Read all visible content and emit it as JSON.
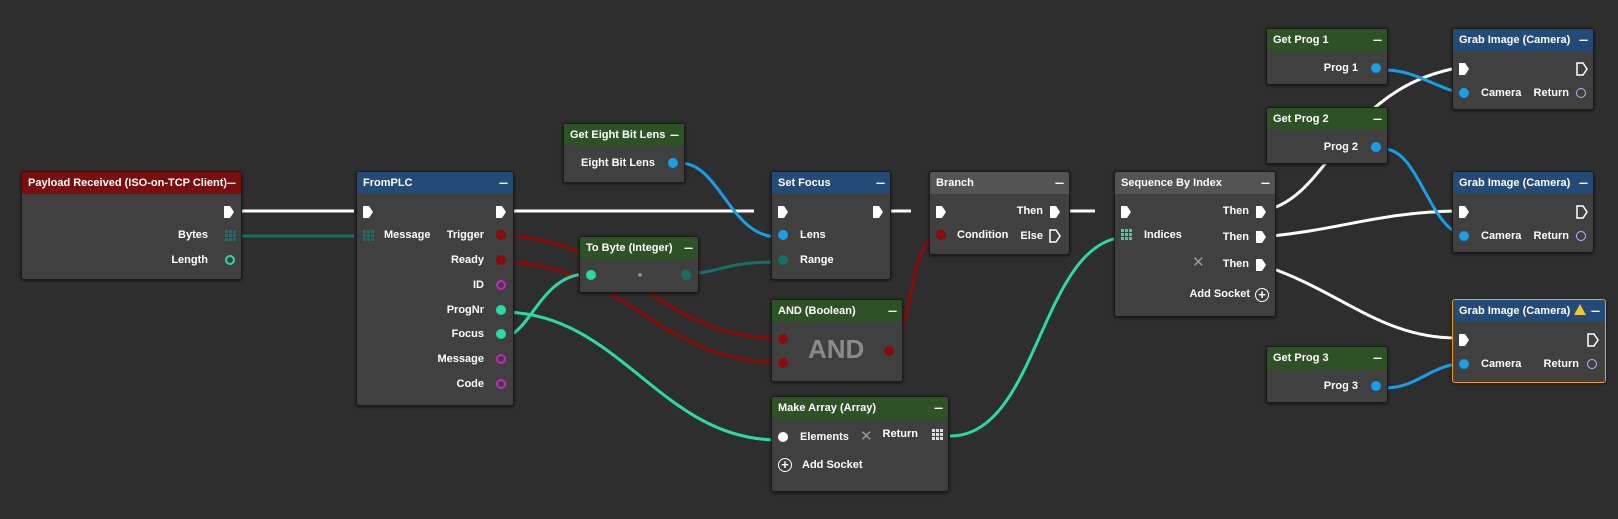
{
  "graph": {
    "nodes": {
      "payload": {
        "title": "Payload Received (ISO-on-TCP Client)",
        "menu": "---",
        "pins": {
          "bytes": "Bytes",
          "length": "Length"
        }
      },
      "fromplc": {
        "title": "FromPLC",
        "menu": "---",
        "pins": {
          "message": "Message",
          "trigger": "Trigger",
          "ready": "Ready",
          "id": "ID",
          "prognr": "ProgNr",
          "focus": "Focus",
          "message_out": "Message",
          "code": "Code"
        }
      },
      "get_lens": {
        "title": "Get Eight Bit Lens",
        "menu": "---",
        "pins": {
          "out": "Eight Bit Lens"
        }
      },
      "to_byte": {
        "title": "To Byte (Integer)",
        "menu": "---"
      },
      "set_focus": {
        "title": "Set Focus",
        "menu": "---",
        "pins": {
          "lens": "Lens",
          "range": "Range"
        }
      },
      "and": {
        "title": "AND (Boolean)",
        "menu": "---",
        "text": "AND"
      },
      "make_array": {
        "title": "Make Array (Array)",
        "menu": "---",
        "pins": {
          "elements": "Elements",
          "return": "Return",
          "add": "Add Socket"
        }
      },
      "branch": {
        "title": "Branch",
        "menu": "---",
        "pins": {
          "condition": "Condition",
          "then": "Then",
          "else": "Else"
        }
      },
      "sequence": {
        "title": "Sequence By Index",
        "menu": "---",
        "pins": {
          "indices": "Indices",
          "then1": "Then",
          "then2": "Then",
          "then3": "Then",
          "add": "Add Socket"
        }
      },
      "get_prog1": {
        "title": "Get Prog 1",
        "menu": "---",
        "pins": {
          "out": "Prog 1"
        }
      },
      "get_prog2": {
        "title": "Get Prog 2",
        "menu": "---",
        "pins": {
          "out": "Prog 2"
        }
      },
      "get_prog3": {
        "title": "Get Prog 3",
        "menu": "---",
        "pins": {
          "out": "Prog 3"
        }
      },
      "grab1": {
        "title": "Grab Image (Camera)",
        "menu": "---",
        "pins": {
          "camera": "Camera",
          "return": "Return"
        }
      },
      "grab2": {
        "title": "Grab Image (Camera)",
        "menu": "---",
        "pins": {
          "camera": "Camera",
          "return": "Return"
        }
      },
      "grab3": {
        "title": "Grab Image (Camera)",
        "menu": "---",
        "pins": {
          "camera": "Camera",
          "return": "Return"
        }
      }
    }
  },
  "colors": {
    "background": "#2e2e2e",
    "exec": "#ffffff",
    "bool": "#8b0a0a",
    "integer": "#2bd9a8",
    "byte": "#1a6e6a",
    "string": "#d020c0",
    "camera": "#1a9ee8",
    "image": "#b0b8ff",
    "selected_border": "#f0a020"
  }
}
